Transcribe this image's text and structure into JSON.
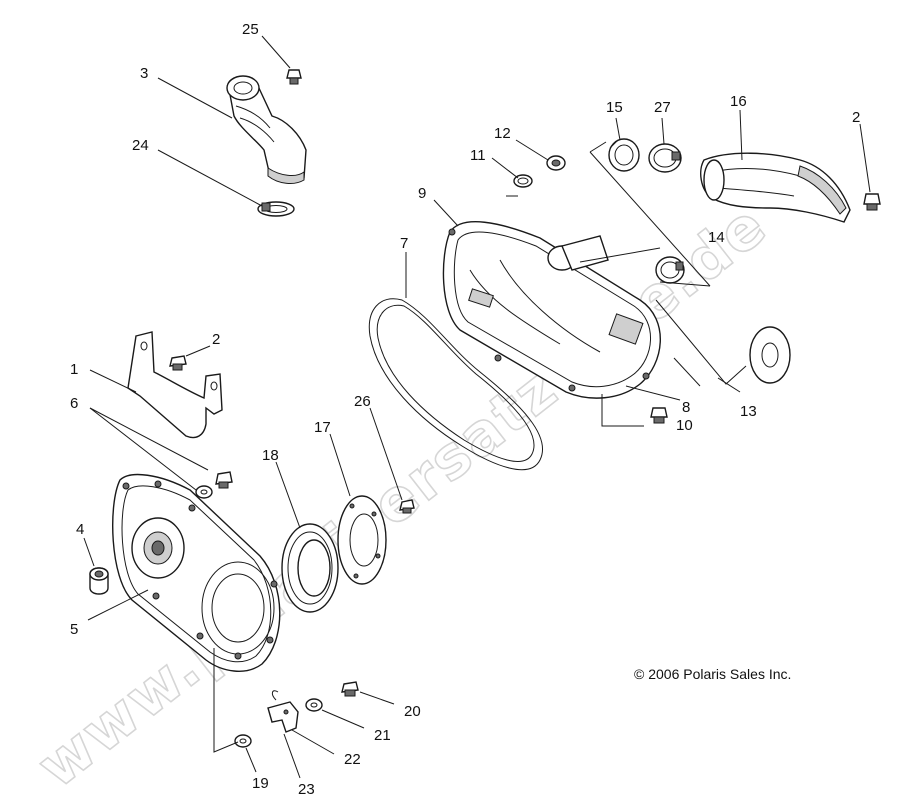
{
  "diagram": {
    "copyright": "© 2006 Polaris Sales Inc.",
    "watermark": "www.polarisersatzteile.de",
    "callouts": [
      "25",
      "3",
      "24",
      "12",
      "11",
      "15",
      "27",
      "16",
      "2",
      "9",
      "7",
      "14",
      "2",
      "1",
      "6",
      "26",
      "17",
      "18",
      "4",
      "5",
      "8",
      "13",
      "10",
      "20",
      "21",
      "22",
      "19",
      "23"
    ]
  }
}
